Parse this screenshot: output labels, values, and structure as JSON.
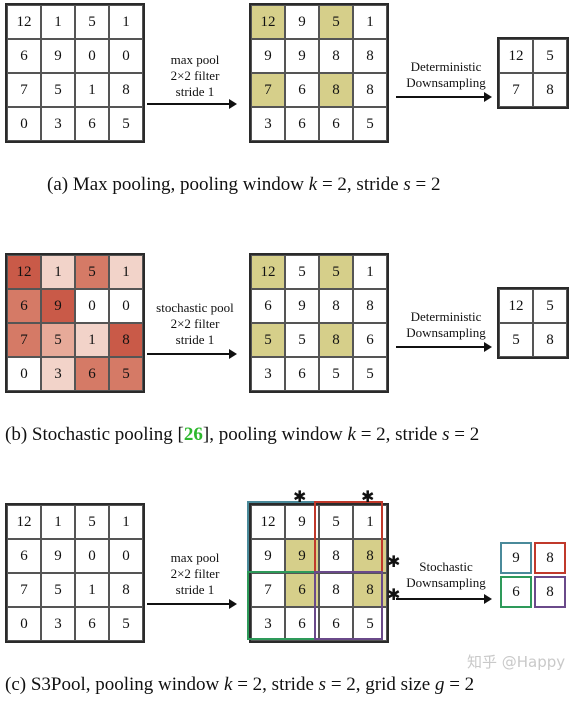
{
  "panel_a": {
    "input": [
      [
        12,
        1,
        5,
        1
      ],
      [
        6,
        9,
        0,
        0
      ],
      [
        7,
        5,
        1,
        8
      ],
      [
        0,
        3,
        6,
        5
      ]
    ],
    "op_label": [
      "max pool",
      "2×2 filter",
      "stride 1"
    ],
    "pooled": [
      [
        12,
        9,
        5,
        1
      ],
      [
        9,
        9,
        8,
        8
      ],
      [
        7,
        6,
        8,
        8
      ],
      [
        3,
        6,
        6,
        5
      ]
    ],
    "pooled_hl": [
      [
        1,
        0,
        1,
        0
      ],
      [
        0,
        0,
        0,
        0
      ],
      [
        1,
        0,
        1,
        0
      ],
      [
        0,
        0,
        0,
        0
      ]
    ],
    "down_label": [
      "Deterministic",
      "Downsampling"
    ],
    "output": [
      [
        12,
        5
      ],
      [
        7,
        8
      ]
    ],
    "caption": {
      "text": "(a) Max pooling, pooling window ",
      "k": "k",
      "eq1": " = 2, stride ",
      "s": "s",
      "eq2": " = 2"
    }
  },
  "panel_b": {
    "input": [
      [
        12,
        1,
        5,
        1
      ],
      [
        6,
        9,
        0,
        0
      ],
      [
        7,
        5,
        1,
        8
      ],
      [
        0,
        3,
        6,
        5
      ]
    ],
    "input_shade": [
      [
        "r1",
        "r4",
        "r2",
        "r4"
      ],
      [
        "r2",
        "r1",
        "",
        ""
      ],
      [
        "r2",
        "r3",
        "r4",
        "r1"
      ],
      [
        "",
        "r4",
        "r2",
        "r2"
      ]
    ],
    "op_label": [
      "stochastic pool",
      "2×2 filter",
      "stride 1"
    ],
    "pooled": [
      [
        12,
        5,
        5,
        1
      ],
      [
        6,
        9,
        8,
        8
      ],
      [
        5,
        5,
        8,
        6
      ],
      [
        3,
        6,
        5,
        5
      ]
    ],
    "pooled_hl": [
      [
        1,
        0,
        1,
        0
      ],
      [
        0,
        0,
        0,
        0
      ],
      [
        1,
        0,
        1,
        0
      ],
      [
        0,
        0,
        0,
        0
      ]
    ],
    "down_label": [
      "Deterministic",
      "Downsampling"
    ],
    "output": [
      [
        12,
        5
      ],
      [
        5,
        8
      ]
    ],
    "caption": {
      "pre": "(b) Stochastic pooling [",
      "ref": "26",
      "post": "], pooling window ",
      "k": "k",
      "eq1": " = 2, stride ",
      "s": "s",
      "eq2": " = 2"
    }
  },
  "panel_c": {
    "input": [
      [
        12,
        1,
        5,
        1
      ],
      [
        6,
        9,
        0,
        0
      ],
      [
        7,
        5,
        1,
        8
      ],
      [
        0,
        3,
        6,
        5
      ]
    ],
    "op_label": [
      "max pool",
      "2×2 filter",
      "stride 1"
    ],
    "pooled": [
      [
        12,
        9,
        5,
        1
      ],
      [
        9,
        9,
        8,
        8
      ],
      [
        7,
        6,
        8,
        8
      ],
      [
        3,
        6,
        6,
        5
      ]
    ],
    "pooled_hl": [
      [
        0,
        0,
        0,
        0
      ],
      [
        0,
        1,
        0,
        1
      ],
      [
        0,
        1,
        0,
        1
      ],
      [
        0,
        0,
        0,
        0
      ]
    ],
    "down_label": [
      "Stochastic",
      "Downsampling"
    ],
    "output": [
      [
        9,
        8
      ],
      [
        6,
        8
      ]
    ],
    "output_colors": [
      [
        "#4a8a9a",
        "#c0392b"
      ],
      [
        "#2e9a5a",
        "#6a4a8a"
      ]
    ],
    "group_colors": {
      "top_left": "#4a8a9a",
      "top_right": "#c0392b",
      "bottom_left": "#2e9a5a",
      "bottom_right": "#6a4a8a"
    },
    "caption": {
      "text": "(c) S3Pool, pooling window ",
      "k": "k",
      "eq1": " = 2, stride ",
      "s": "s",
      "eq2": " = 2, grid size ",
      "g": "g",
      "eq3": " = 2"
    }
  },
  "watermark": "知乎 @Happy"
}
